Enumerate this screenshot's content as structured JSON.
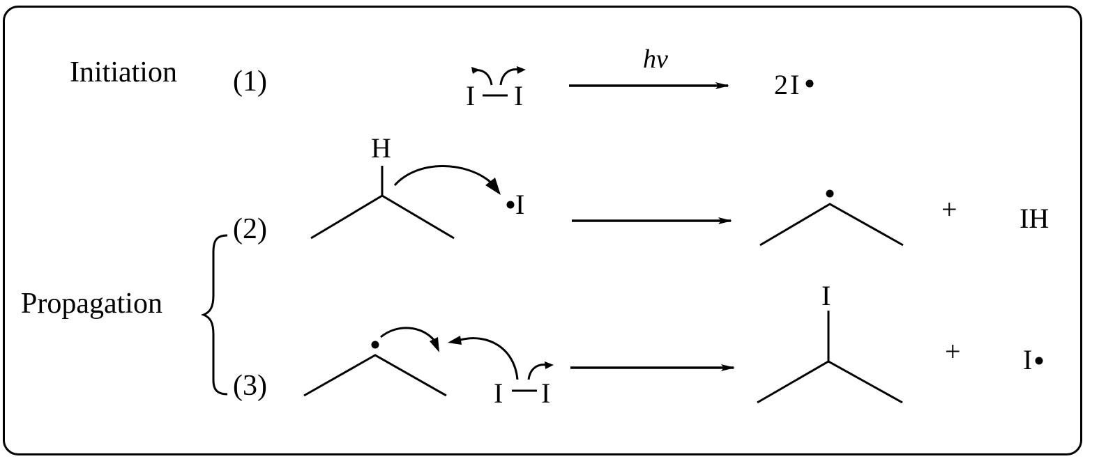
{
  "stages": {
    "initiation": "Initiation",
    "propagation": "Propagation"
  },
  "steps": {
    "step1": "(1)",
    "step2": "(2)",
    "step3": "(3)"
  },
  "reaction1": {
    "reactant_left_atom": "I",
    "reactant_right_atom": "I",
    "condition": "hv",
    "product_coefficient": "2",
    "product_atom": "I"
  },
  "reaction2": {
    "abstracted_atom": "H",
    "radical_atom": "I",
    "plus": "+",
    "byproduct": "IH"
  },
  "reaction3": {
    "reactant_left_atom": "I",
    "reactant_right_atom": "I",
    "product_substituent": "I",
    "plus": "+",
    "radical_product": "I"
  }
}
